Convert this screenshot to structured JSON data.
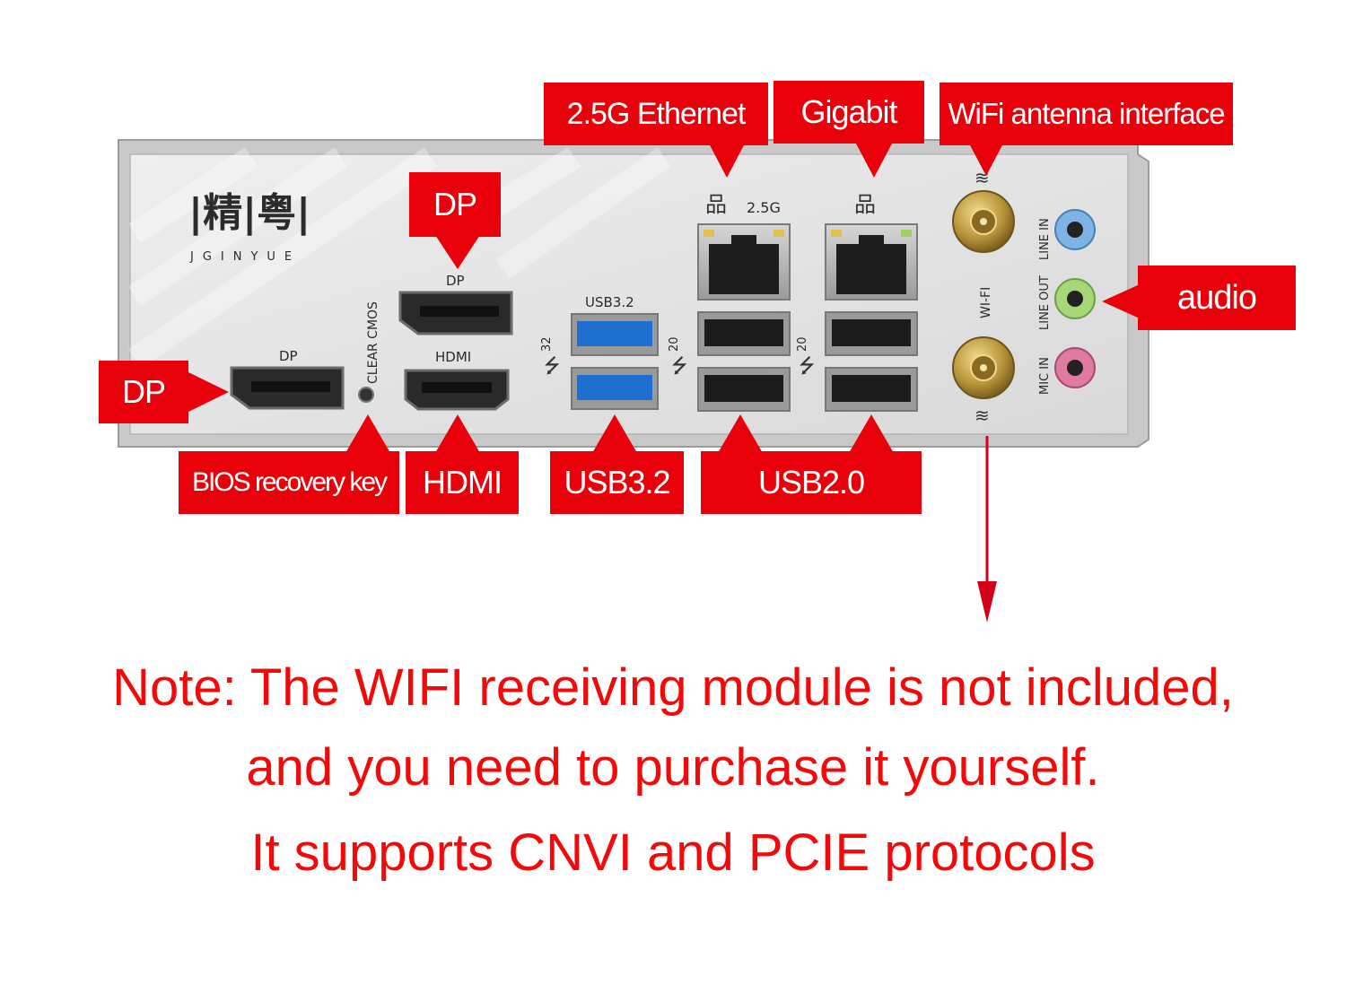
{
  "plate": {
    "brand_cn": "|精|粤|",
    "brand_en": "JGINYUE",
    "label_dp_small": "DP",
    "label_dp_top": "DP",
    "label_hdmi": "HDMI",
    "label_clear_cmos": "CLEAR CMOS",
    "label_usb32": "USB3.2",
    "label_32": "32",
    "label_20a": "20",
    "label_20b": "20",
    "label_25g": "2.5G",
    "label_wifi": "WI-FI",
    "label_line_in": "LINE IN",
    "label_line_out": "LINE OUT",
    "label_mic_in": "MIC IN"
  },
  "callouts": {
    "eth25": "2.5G Ethernet",
    "gigabit": "Gigabit",
    "wifi_antenna": "WiFi antenna interface",
    "dp_top": "DP",
    "dp_left": "DP",
    "audio": "audio",
    "bios": "BIOS recovery key",
    "hdmi": "HDMI",
    "usb32": "USB3.2",
    "usb20": "USB2.0"
  },
  "note": {
    "line1": "Note: The WIFI receiving module is not included,",
    "line2": "and you need to purchase it yourself.",
    "line3": "It supports CNVI and PCIE protocols"
  },
  "colors": {
    "callout_red": "#e8000b",
    "note_red": "#f20a0a",
    "usb3_blue": "#1f6fd0",
    "line_in_blue": "#7fb2e5",
    "line_out_green": "#a7d878",
    "mic_pink": "#e07aa0",
    "antenna_gold": "#b8953a"
  }
}
